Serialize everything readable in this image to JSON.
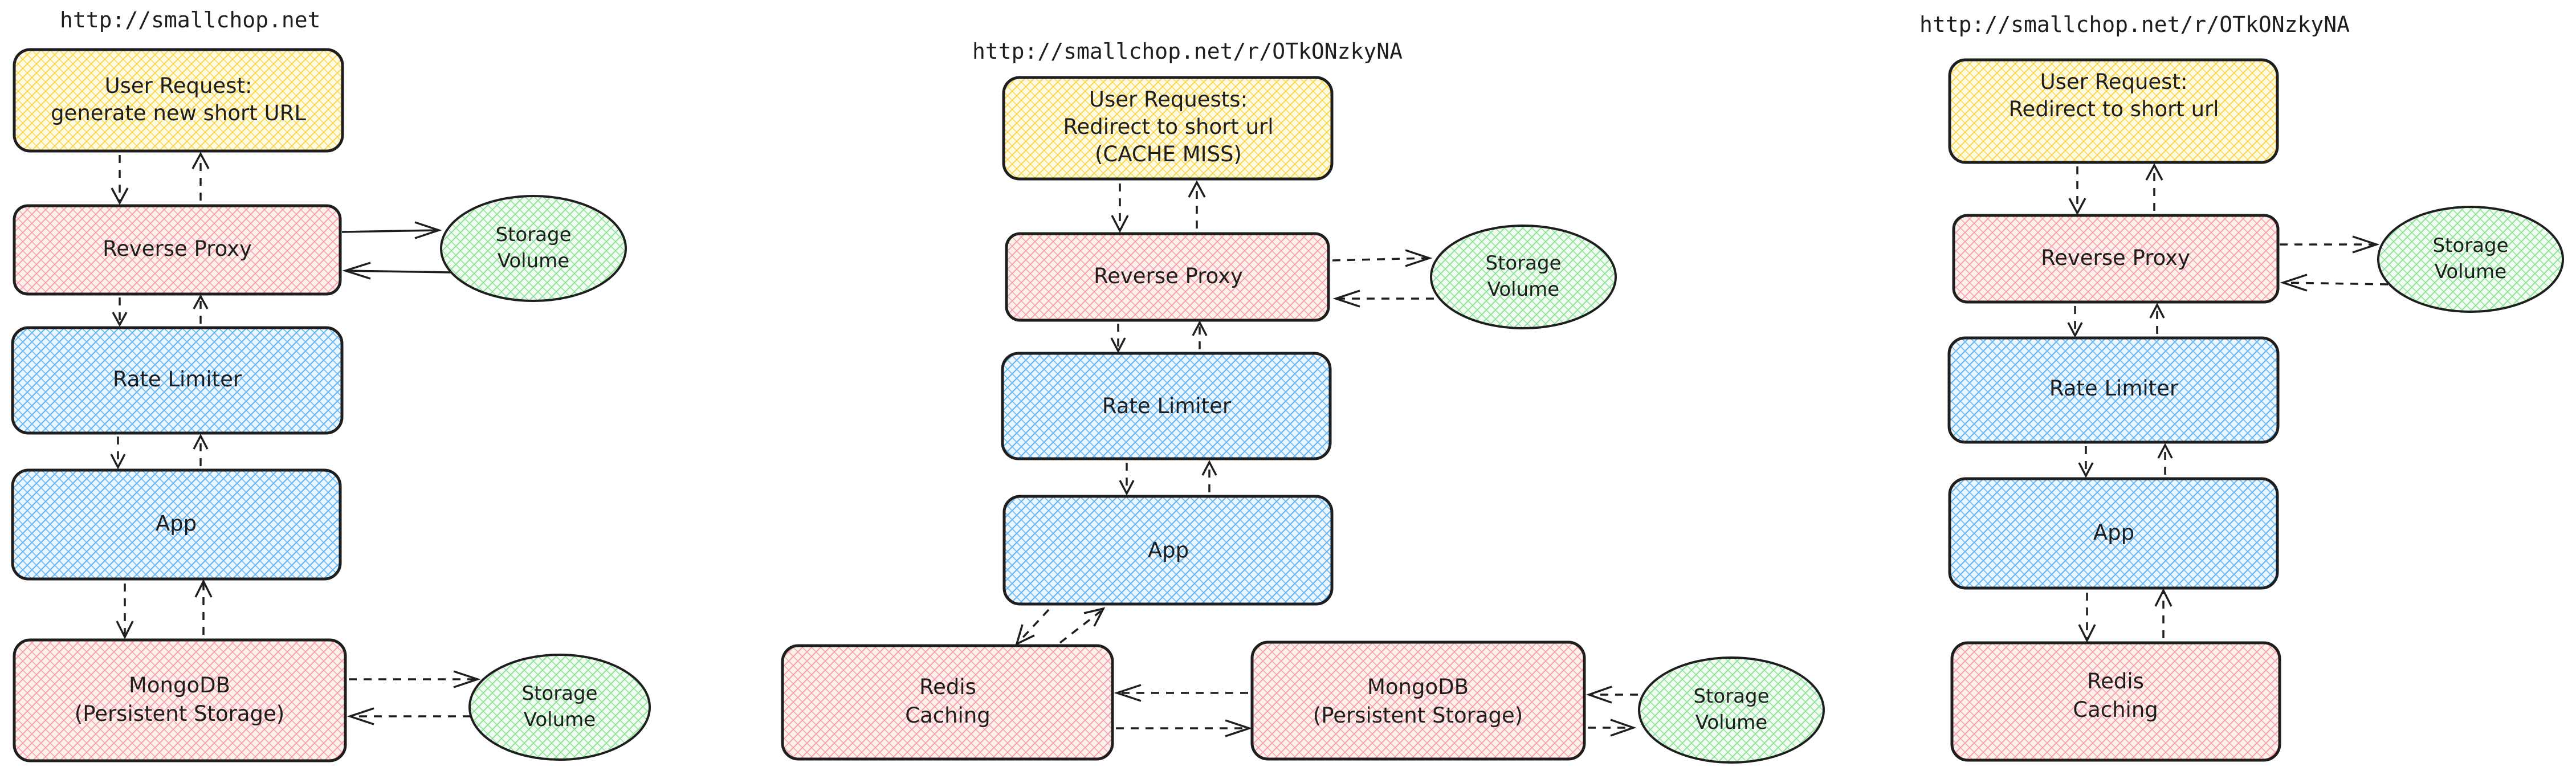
{
  "colors": {
    "stroke": "#1e1e1e",
    "yellow": "#ffec99",
    "red": "#ffc9c9",
    "blue": "#a5d8ff",
    "green": "#b2f2bb"
  },
  "diagrams": [
    {
      "url": "http://smallchop.net",
      "nodes": {
        "user_request": "User Request:\ngenerate new short URL",
        "reverse_proxy": "Reverse Proxy",
        "proxy_storage": "Storage\nVolume",
        "rate_limiter": "Rate Limiter",
        "app": "App",
        "mongodb": "MongoDB\n(Persistent Storage)",
        "mongo_storage": "Storage\nVolume"
      }
    },
    {
      "url": "http://smallchop.net/r/OTkONzkyNA",
      "nodes": {
        "user_request": "User Requests:\nRedirect to short url\n(CACHE MISS)",
        "reverse_proxy": "Reverse Proxy",
        "proxy_storage": "Storage\nVolume",
        "rate_limiter": "Rate Limiter",
        "app": "App",
        "redis": "Redis\nCaching",
        "mongodb": "MongoDB\n(Persistent Storage)",
        "mongo_storage": "Storage\nVolume"
      }
    },
    {
      "url": "http://smallchop.net/r/OTkONzkyNA",
      "nodes": {
        "user_request": "User Request:\nRedirect to short url",
        "reverse_proxy": "Reverse Proxy",
        "proxy_storage": "Storage\nVolume",
        "rate_limiter": "Rate Limiter",
        "app": "App",
        "redis": "Redis\nCaching"
      }
    }
  ]
}
